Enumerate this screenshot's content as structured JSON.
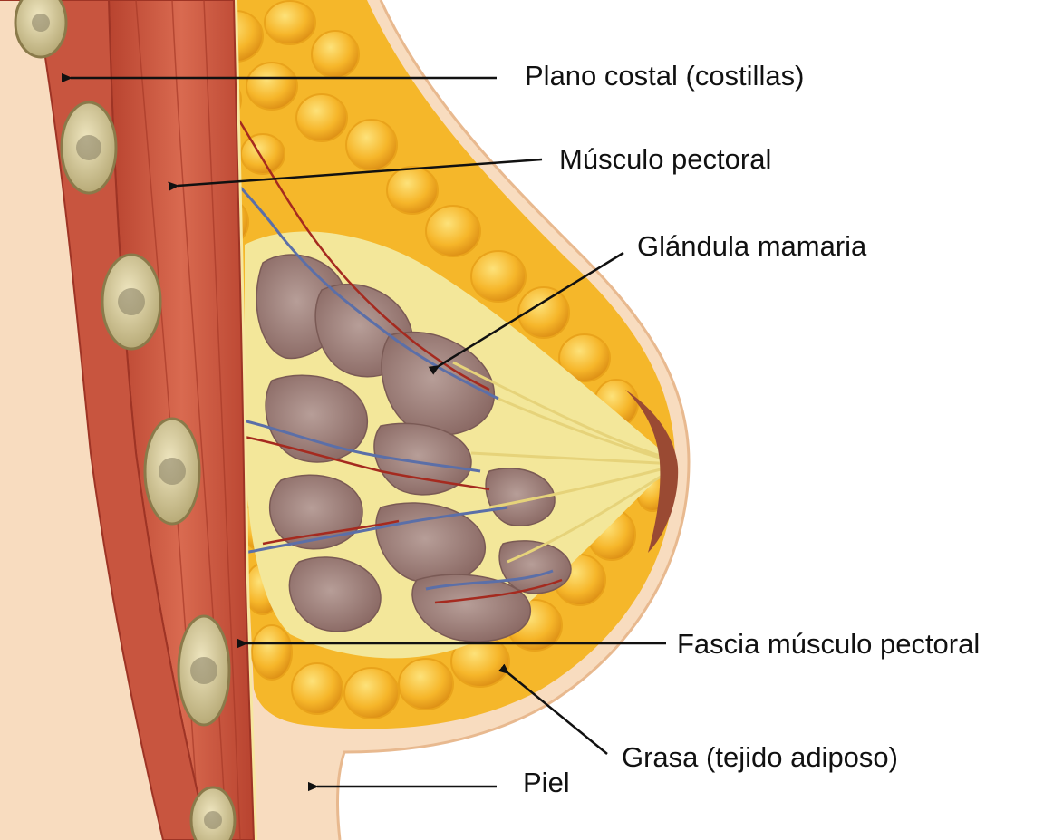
{
  "labels": {
    "plano_costal": "Plano costal (costillas)",
    "musculo_pectoral": "Músculo pectoral",
    "glandula_mamaria": "Glándula mamaria",
    "fascia": "Fascia músculo pectoral",
    "grasa": "Grasa (tejido adiposo)",
    "piel": "Piel"
  },
  "colors": {
    "background": "#ffffff",
    "skin": "#f8dcbf",
    "skin_edge": "#e8b98f",
    "muscle": "#c8553f",
    "muscle_dark": "#9e3425",
    "rib": "#d9cf9a",
    "rib_inner": "#8c8468",
    "fat": "#f5b72a",
    "fat_light": "#fbd35a",
    "gland": "#a98a86",
    "stroma": "#f3e79a",
    "areola": "#9a4a33",
    "vein": "#5b6fa8",
    "artery": "#a52a1f",
    "arrow": "#111111"
  }
}
